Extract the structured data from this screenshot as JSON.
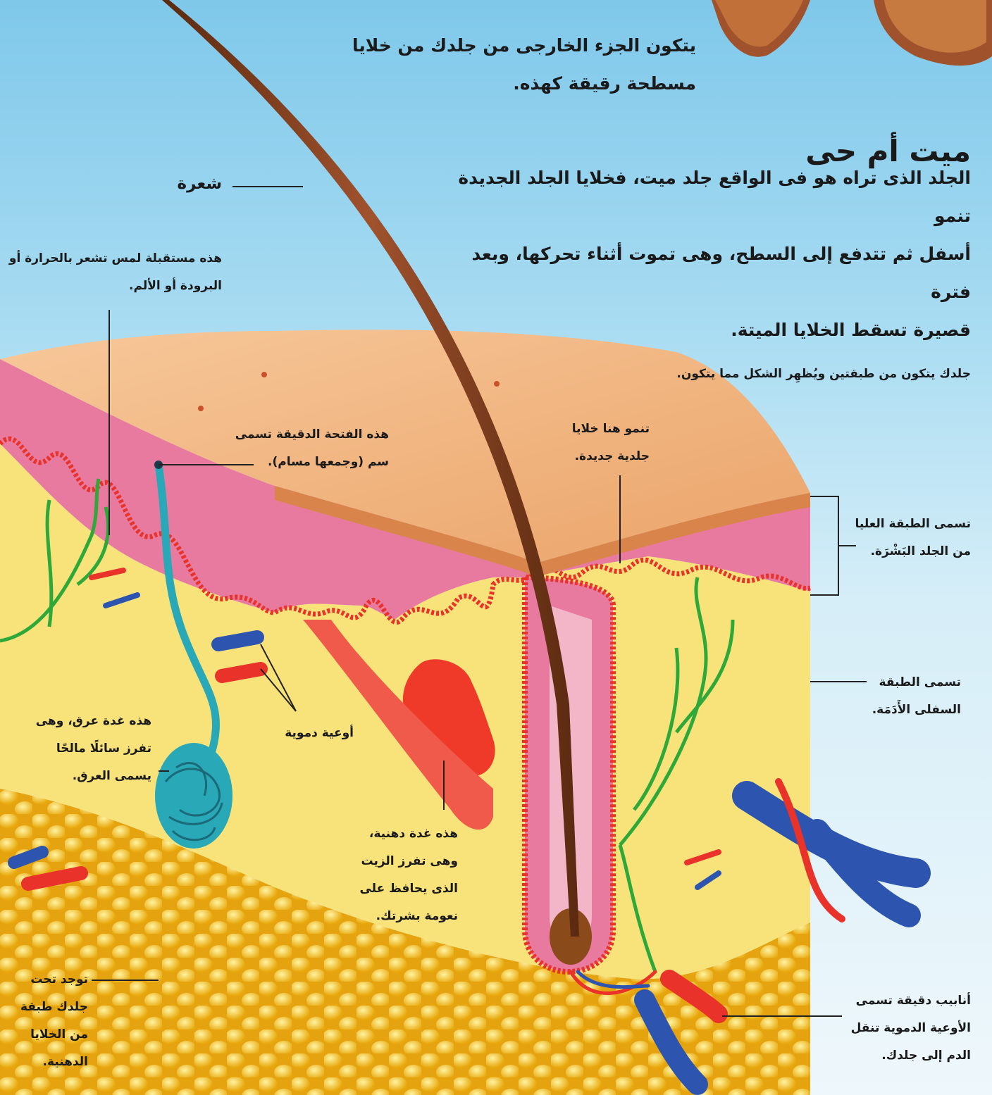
{
  "intro": "يتكون الجزء الخارجى من جلدك من خلايا\nمسطحة رقيقة كهذه.",
  "title": "ميت أم حى",
  "body": "الجلد الذى تراه هو فى الواقع جلد ميت، فخلايا الجلد الجديدة تنمو\nأسفل ثم تتدفع إلى السطح، وهى تموت أثناء تحركها، وبعد فترة\nقصيرة تسقط الخلايا الميتة.",
  "caption": "جلدك يتكون من طبقتين ويُظهِر الشكل مما يتكون.",
  "labels": {
    "hair": "شعرة",
    "receptor": "هذه مستقبلة لمس تشعر بالحرارة أو\nالبرودة أو الألم.",
    "pore": "هذه الفتحة الدقيقة تسمى\nسم (وجمعها مسام).",
    "new_cells": "تنمو هنا خلايا\nجلدية جديدة.",
    "epidermis": "تسمى الطبقة العليا\nمن الجلد البَشْرَة.",
    "dermis": "تسمى الطبقة\nالسفلى الأَدَمَة.",
    "sweat_gland": "هذه غدة عرق، وهى\nتفرز سائلًا مالحًا\nيسمى العرق.",
    "blood_vessels": "أوعية دموية",
    "oil_gland": "هذه غدة دهنية،\nوهى تفرز الزيت\nالذى يحافظ على\nنعومة بشرتك.",
    "fat_layer": "توجد تحت\nجلدك طبقة\nمن الخلايا\nالدهنية.",
    "capillaries": "أنابيب دقيقة تسمى\nالأوعية الدموية تنقل\nالدم إلى جلدك."
  },
  "colors": {
    "sky": "#8fd0ee",
    "skin_surface": "#f0b27a",
    "epidermis_pink": "#e87aa0",
    "dermis_yellow": "#f8e27a",
    "fat_yellow": "#f5c21a",
    "artery": "#e8322a",
    "vein": "#2d55b0",
    "nerve": "#2fa83a",
    "sweat_duct": "#29a8b8",
    "hair": "#7a3a1a"
  }
}
